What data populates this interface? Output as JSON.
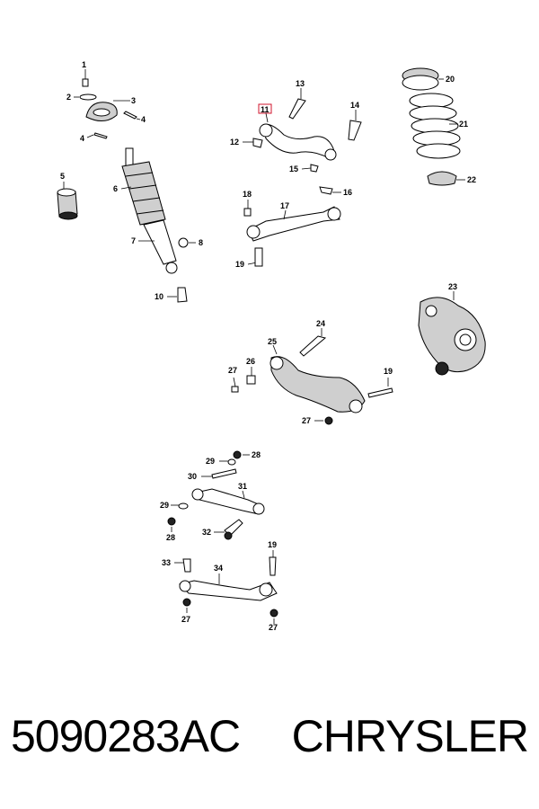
{
  "callouts": {
    "c1": "1",
    "c2": "2",
    "c3": "3",
    "c4a": "4",
    "c4b": "4",
    "c5": "5",
    "c6": "6",
    "c7": "7",
    "c8": "8",
    "c10": "10",
    "c11": "11",
    "c12": "12",
    "c13": "13",
    "c14": "14",
    "c15": "15",
    "c16": "16",
    "c17": "17",
    "c18": "18",
    "c19a": "19",
    "c19b": "19",
    "c19c": "19",
    "c20": "20",
    "c21": "21",
    "c22": "22",
    "c23": "23",
    "c24": "24",
    "c25": "25",
    "c26": "26",
    "c27a": "27",
    "c27b": "27",
    "c27c": "27",
    "c27d": "27",
    "c28a": "28",
    "c28b": "28",
    "c29a": "29",
    "c29b": "29",
    "c30": "30",
    "c31": "31",
    "c32": "32",
    "c33": "33",
    "c34": "34"
  },
  "footer": {
    "part_number": "5090283AC",
    "brand": "CHRYSLER"
  },
  "highlight_color": "#d0142c"
}
